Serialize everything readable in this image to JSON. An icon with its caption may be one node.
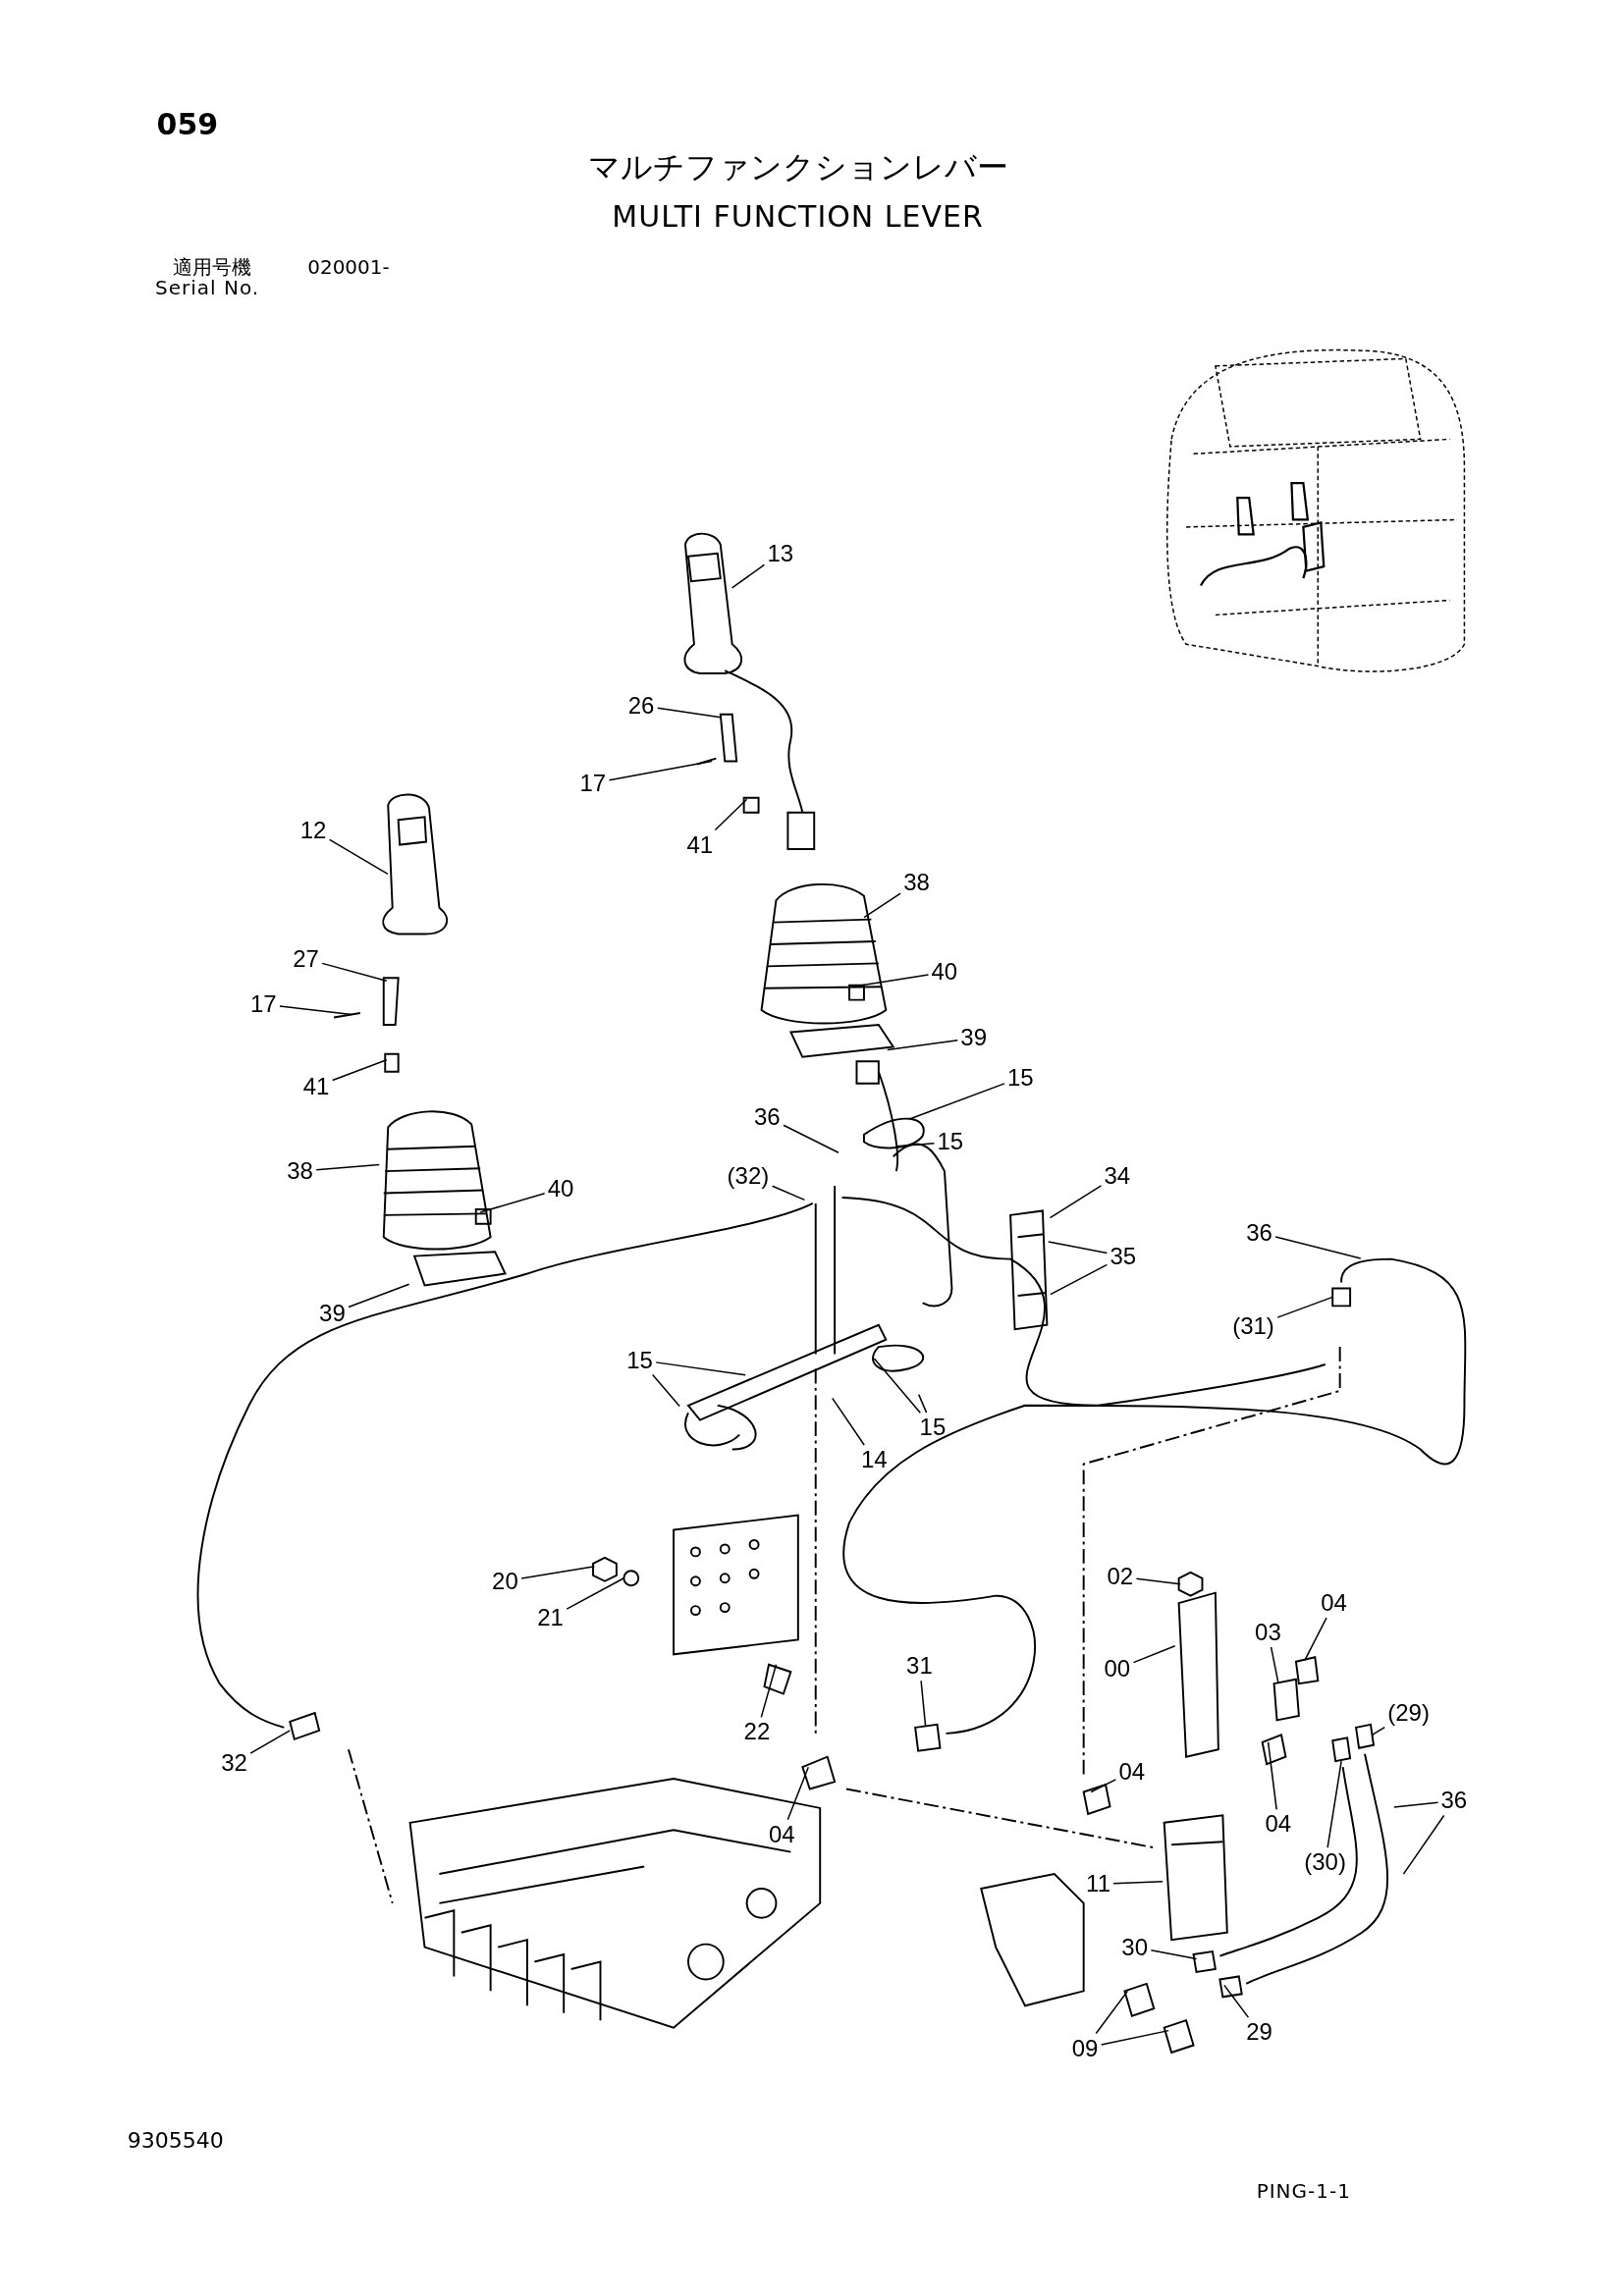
{
  "diagram": {
    "title": "マルチファンクションレバー",
    "nodes": [
      {
        "text": [
          "13"
        ]
      },
      {
        "text": [
          "26"
        ]
      },
      {
        "text": [
          "17"
        ]
      },
      {
        "text": [
          "41"
        ]
      },
      {
        "text": [
          "12"
        ]
      },
      {
        "text": [
          "38"
        ]
      },
      {
        "text": [
          "27"
        ]
      },
      {
        "text": [
          "40"
        ]
      },
      {
        "text": [
          "17"
        ]
      },
      {
        "text": [
          "39"
        ]
      },
      {
        "text": [
          "15"
        ]
      },
      {
        "text": [
          "41"
        ]
      },
      {
        "text": [
          "36"
        ]
      },
      {
        "text": [
          "15"
        ]
      },
      {
        "text": [
          "38"
        ]
      },
      {
        "text": [
          "(32)"
        ]
      },
      {
        "text": [
          "34"
        ]
      },
      {
        "text": [
          "40"
        ]
      },
      {
        "text": [
          "36"
        ]
      },
      {
        "text": [
          "35"
        ]
      },
      {
        "text": [
          "39"
        ]
      },
      {
        "text": [
          "(31)"
        ]
      },
      {
        "text": [
          "15"
        ]
      },
      {
        "text": [
          "15"
        ]
      },
      {
        "text": [
          "14"
        ]
      },
      {
        "text": [
          "02"
        ]
      },
      {
        "text": [
          "20"
        ]
      },
      {
        "text": [
          "04"
        ]
      },
      {
        "text": [
          "21"
        ]
      },
      {
        "text": [
          "03"
        ]
      },
      {
        "text": [
          "31"
        ]
      },
      {
        "text": [
          "00"
        ]
      },
      {
        "text": [
          "(29)"
        ]
      },
      {
        "text": [
          "22"
        ]
      },
      {
        "text": [
          "32"
        ]
      },
      {
        "text": [
          "04"
        ]
      },
      {
        "text": [
          "36"
        ]
      },
      {
        "text": [
          "04"
        ]
      },
      {
        "text": [
          "04"
        ]
      },
      {
        "text": [
          "(30)"
        ]
      },
      {
        "text": [
          "11"
        ]
      },
      {
        "text": [
          "30"
        ]
      },
      {
        "text": [
          "29"
        ]
      },
      {
        "text": [
          "09"
        ]
      },
      {
        "text": [],
        "shape": "box"
      },
      {
        "text": [],
        "shape": "bar"
      },
      {
        "text": [],
        "shape": "box"
      },
      {
        "text": [],
        "shape": "box"
      },
      {
        "text": [],
        "shape": "bar"
      },
      {
        "text": [],
        "shape": "box"
      },
      {
        "text": [],
        "shape": "box"
      },
      {
        "text": [],
        "shape": "box"
      },
      {
        "text": [],
        "shape": "ring"
      },
      {
        "text": [],
        "shape": "box"
      },
      {
        "text": [],
        "shape": "box"
      },
      {
        "text": [],
        "shape": "ring"
      },
      {
        "text": [],
        "shape": "hexagon"
      },
      {
        "text": [],
        "shape": "hexagon"
      },
      {
        "text": [],
        "shape": "circle"
      },
      {
        "text": [],
        "shape": "box"
      },
      {
        "text": [],
        "shape": "box"
      },
      {
        "text": [],
        "shape": "box"
      },
      {
        "text": [],
        "shape": "box"
      },
      {
        "text": [],
        "shape": "box"
      },
      {
        "text": [],
        "shape": "box"
      },
      {
        "text": [],
        "shape": "box"
      },
      {
        "text": [],
        "shape": "box"
      },
      {
        "text": [],
        "shape": "box"
      },
      {
        "text": [],
        "shape": "box"
      },
      {
        "text": [],
        "shape": "box"
      },
      {
        "text": [],
        "shape": "box"
      },
      {
        "text": [],
        "shape": "box"
      }
    ],
    "edges": [
      {
        "from": 0,
        "to": null,
        "arrow": "none"
      },
      {
        "from": 1,
        "to": 44,
        "arrow": "none"
      },
      {
        "from": 2,
        "to": 45,
        "arrow": "none"
      },
      {
        "from": 3,
        "to": 46,
        "arrow": "none"
      },
      {
        "from": 4,
        "to": null,
        "arrow": "none"
      },
      {
        "from": 5,
        "to": null,
        "arrow": "none"
      },
      {
        "from": 6,
        "to": 47,
        "arrow": "none"
      },
      {
        "from": 7,
        "to": 50,
        "arrow": "none"
      },
      {
        "from": 8,
        "to": 48,
        "arrow": "none"
      },
      {
        "from": 9,
        "to": null,
        "arrow": "none"
      },
      {
        "from": 10,
        "to": 52,
        "arrow": "none"
      },
      {
        "from": 11,
        "to": 49,
        "arrow": "none"
      },
      {
        "from": 12,
        "to": null,
        "arrow": "none"
      },
      {
        "from": 13,
        "to": 52,
        "arrow": "none"
      },
      {
        "from": 14,
        "to": null,
        "arrow": "none"
      },
      {
        "from": 15,
        "to": null,
        "arrow": "none"
      },
      {
        "from": 16,
        "to": null,
        "arrow": "none"
      },
      {
        "from": 17,
        "to": 51,
        "arrow": "none"
      },
      {
        "from": 18,
        "to": null,
        "arrow": "none"
      },
      {
        "from": 19,
        "to": null,
        "arrow": "none"
      },
      {
        "from": 19,
        "to": null,
        "arrow": "none"
      },
      {
        "from": 20,
        "to": null,
        "arrow": "none"
      },
      {
        "from": 21,
        "to": 54,
        "arrow": "none"
      },
      {
        "from": 22,
        "to": null,
        "arrow": "none"
      },
      {
        "from": 22,
        "to": null,
        "arrow": "none"
      },
      {
        "from": 23,
        "to": 55,
        "arrow": "none"
      },
      {
        "from": 23,
        "to": null,
        "arrow": "none"
      },
      {
        "from": 24,
        "to": null,
        "arrow": "none"
      },
      {
        "from": 25,
        "to": 56,
        "arrow": "none"
      },
      {
        "from": 26,
        "to": 57,
        "arrow": "none"
      },
      {
        "from": 27,
        "to": 60,
        "arrow": "none"
      },
      {
        "from": 28,
        "to": 58,
        "arrow": "none"
      },
      {
        "from": 29,
        "to": 59,
        "arrow": "none"
      },
      {
        "from": 30,
        "to": 69,
        "arrow": "none"
      },
      {
        "from": 31,
        "to": null,
        "arrow": "none"
      },
      {
        "from": 32,
        "to": 70,
        "arrow": "none"
      },
      {
        "from": 33,
        "to": 61,
        "arrow": "none"
      },
      {
        "from": 34,
        "to": 53,
        "arrow": "none"
      },
      {
        "from": 35,
        "to": 63,
        "arrow": "none"
      },
      {
        "from": 36,
        "to": null,
        "arrow": "none"
      },
      {
        "from": 36,
        "to": null,
        "arrow": "none"
      },
      {
        "from": 37,
        "to": 64,
        "arrow": "none"
      },
      {
        "from": 38,
        "to": 62,
        "arrow": "none"
      },
      {
        "from": 39,
        "to": 71,
        "arrow": "none"
      },
      {
        "from": 40,
        "to": null,
        "arrow": "none"
      },
      {
        "from": 41,
        "to": 65,
        "arrow": "none"
      },
      {
        "from": 42,
        "to": 66,
        "arrow": "none"
      },
      {
        "from": 43,
        "to": 67,
        "arrow": "none"
      },
      {
        "from": 43,
        "to": 68,
        "arrow": "none"
      }
    ],
    "labels": [
      "059",
      "MULTI FUNCTION LEVER",
      "適用号機",
      "020001-",
      "Serial No.",
      "9305540",
      "PING-1-1"
    ]
  }
}
